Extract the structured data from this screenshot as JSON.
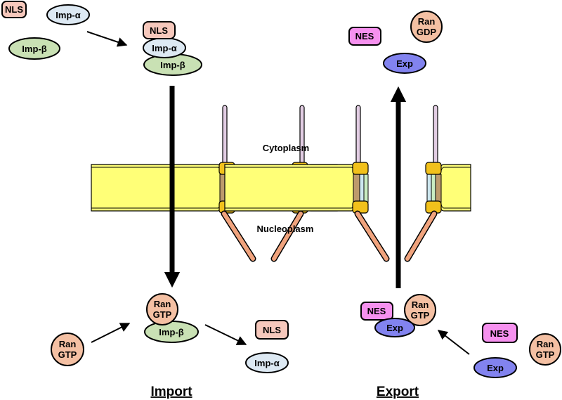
{
  "regions": {
    "cytoplasm": "Cytoplasm",
    "nucleoplasm": "Nucleoplasm"
  },
  "titles": {
    "import": "Import",
    "export": "Export"
  },
  "molecules": {
    "nls": "NLS",
    "imp_alpha": "Imp-α",
    "imp_beta": "Imp-β",
    "nes": "NES",
    "exp": "Exp",
    "ran": "Ran",
    "gtp": "GTP",
    "gdp": "GDP"
  },
  "colors": {
    "nls_fill": "#f6c8bc",
    "imp_alpha_fill": "#dde9f3",
    "imp_beta_fill": "#c9e1b4",
    "nes_fill": "#f691ef",
    "exp_fill": "#8283ef",
    "ran_fill": "#f4c0a3",
    "membrane_fill": "#ffff77",
    "fibril_top": "#e2cde3",
    "fibril_bottom": "#f0a37d",
    "ring_fill": "#f2c11b",
    "channel_brown": "#bd9a6c",
    "channel_blue": "#cde7ef",
    "channel_green": "#c9ecc2"
  }
}
